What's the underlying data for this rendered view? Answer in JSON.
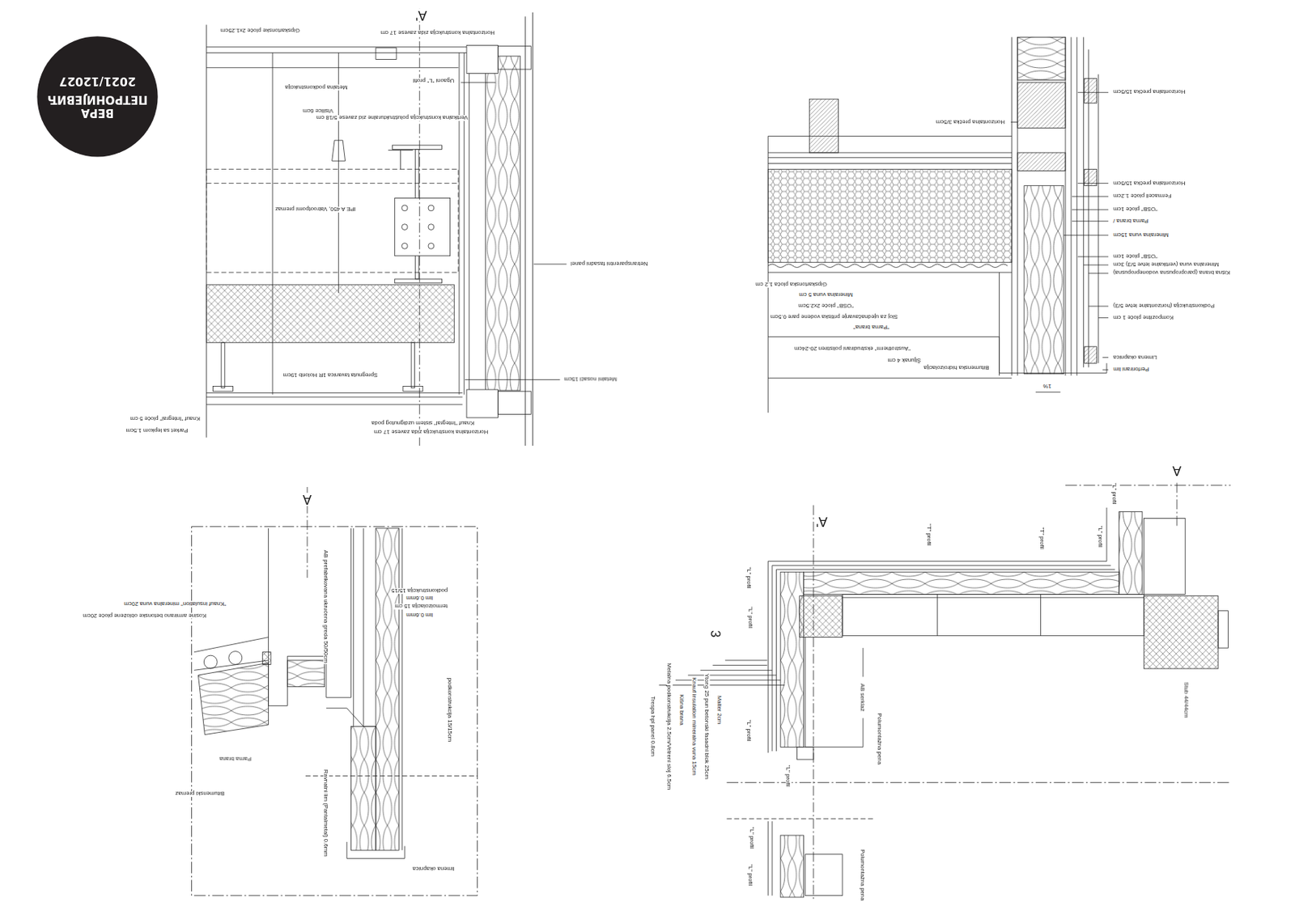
{
  "diagram": {
    "nodes": [
      {
        "text": [
          "ВЕРА ПЕТРОНИЈЕВИЋ",
          "2021/12027"
        ]
      }
    ],
    "labels": [
      "A'",
      "Gipskartonske ploče 2x1.25cm",
      "Horizontalna konstrukcija zida zavese 17 cm",
      "Ugaoni \"L\" profil",
      "Metalna podkonstrukcija",
      "Visilice 6cm",
      "Vertikalna konstrukcija poluštrukturalne zid zavese 5/18 cm",
      "IPE A 450, Vatrootporni premaz",
      "Netransparentni fasadni panel",
      "Spregnuta tavanica 1R Holorib 19cm",
      "Metalni nosači 15cm",
      "Knauf \"Integral\" sistem uzdignutog poda",
      "Horizontalna konstrukcija zida zavese 17 cm",
      "Knauf \"Integral\" ploče 5 cm",
      "Parket sa lepkom 1.5cm",
      "Horizontalna prečka 15/5cm",
      "Horizontalna prečka 3/5cm",
      "Horizontalna prečka 15/5cm",
      "Fermacell ploče 1.2cm",
      "\"OSB\" ploče 1cm",
      "Parna brana /",
      "Mineralna vuna 15cm",
      "\"OSB\" ploče 1cm",
      "Mineralna vuna (vertikalne letve 5/3) 3cm",
      "Kišna brana (paropropusna vodonepropusna)",
      "Podkonstrukcija (horizontalne letve 5/3)",
      "Kompozitne ploče 1 cm",
      "Limena okapnica",
      "Perforirani lim",
      "Gipskartonska ploča 1.2 cm",
      "Mineralna vuna 5 cm",
      "\"OSB\" ploče 2x2.5cm",
      "Sloj za ujednačavanje pritiska vodene pare 0.5cm",
      "\"Parna brana\"",
      "\"Austrotherm\" ekstrudirani polistiren 20-24cm",
      "Šljunak 4 cm",
      "Bitumenska hidroizolacija",
      "1%",
      "A",
      "\"Knauf insulation\" mineralna vuna 20cm",
      "Kosine armirano betonske obložene ploče 20cm",
      "AB prefabrikovana ukrućena greda 50/50cm",
      "podkonstrukcija 15/15",
      "lim 0.6mm",
      "termoizolacija 15 cm",
      "lim 0.6mm",
      "podkonstrukcija 15/15cm",
      "Parna brana",
      "Bitumenski premaz",
      "Ravnatni lim (Pantalmetal) 0.6mm",
      "limena okapnica",
      "A",
      "A'",
      "3",
      "\"L\" profil",
      "\"L\" profil",
      "\"L\" profil",
      "\"L\" profil",
      "\"L\" profil",
      "\"L\" profil",
      "\"L\" profil",
      "\"L\" profil",
      "\"T\" profil",
      "\"T\" profil",
      "Malter 2cm",
      "Ytong 25 pun betonski fasadni blok 25cm",
      "Knauf insulation mineralna vuna 15cm",
      "Kišna brana",
      "Metalna podkonstrukcija 2.5cm/Vetreni sloj 6.5cm",
      "Trespa hpl panel 0.8cm",
      "AB serklaž",
      "Polumontažna pena",
      "Polumontažna pena",
      "Stub 44/44cm"
    ]
  }
}
